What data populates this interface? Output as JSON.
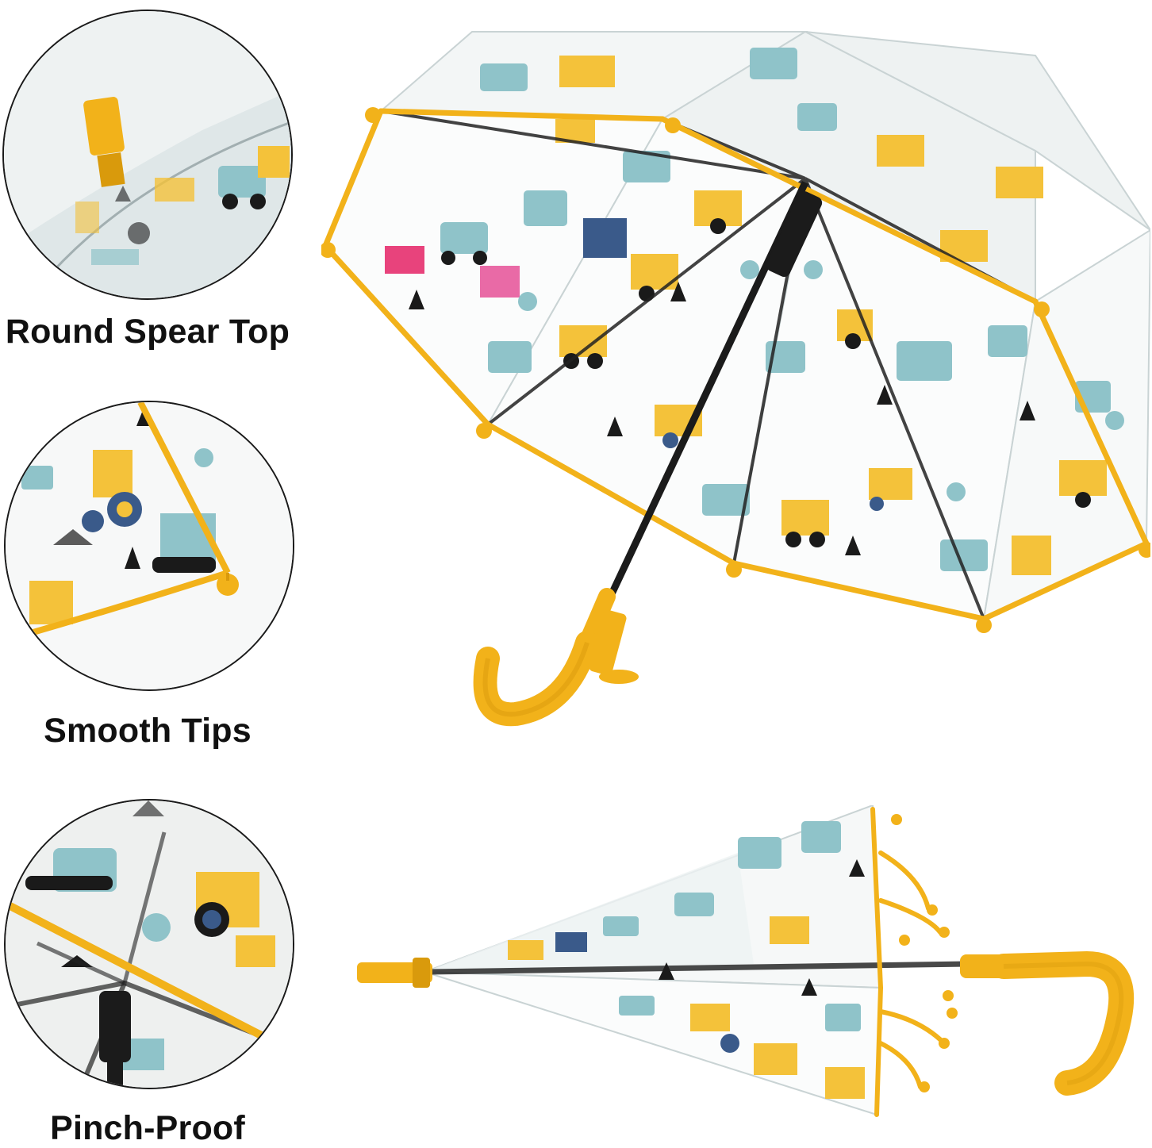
{
  "features": [
    {
      "label": "Round Spear Top"
    },
    {
      "label": "Smooth Tips"
    },
    {
      "label": "Pinch-Proof"
    }
  ],
  "colors": {
    "trim": "#F2B21A",
    "trim_dark": "#D99A0C",
    "shaft": "#1b1b1b",
    "canopy": "#fbfcfc",
    "print_blue": "#8fc3c9",
    "print_yellow": "#f4c23a",
    "print_navy": "#3a5a8a",
    "outline": "#1a1a1a"
  },
  "icons": {
    "feature_1": "spear-top-closeup",
    "feature_2": "tips-closeup",
    "feature_3": "pinch-proof-closeup",
    "open_umbrella": "open-umbrella-photo",
    "closed_umbrella": "closed-umbrella-photo"
  }
}
